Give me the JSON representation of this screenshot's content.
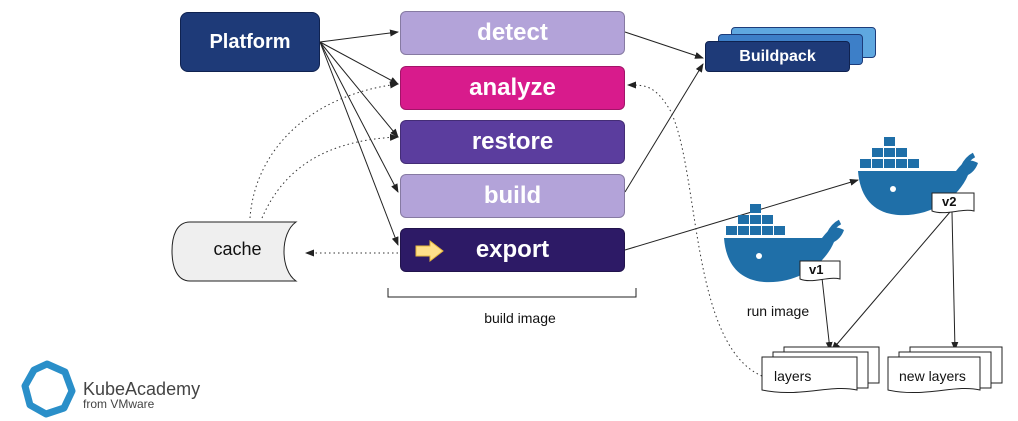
{
  "platform": {
    "label": "Platform"
  },
  "phases": [
    {
      "label": "detect",
      "color": "#b3a3d9"
    },
    {
      "label": "analyze",
      "color": "#d81b8c"
    },
    {
      "label": "restore",
      "color": "#5b3d9e"
    },
    {
      "label": "build",
      "color": "#b3a3d9"
    },
    {
      "label": "export",
      "color": "#2d1a66"
    }
  ],
  "buildpack": {
    "label": "Buildpack",
    "color": "#1e3a78",
    "back_color": "#5fa8e0"
  },
  "cache": {
    "label": "cache"
  },
  "build_image": {
    "label": "build image"
  },
  "run_image": {
    "label": "run image",
    "tag": "v1"
  },
  "new_image": {
    "tag": "v2"
  },
  "layers": {
    "label": "layers"
  },
  "new_layers": {
    "label": "new layers"
  },
  "brand": {
    "name": "KubeAcademy",
    "sub": "from VMware"
  },
  "icons": {
    "whale": "docker-whale-icon",
    "arrow": "right-arrow-icon",
    "logo": "kubeacademy-logo-icon"
  }
}
